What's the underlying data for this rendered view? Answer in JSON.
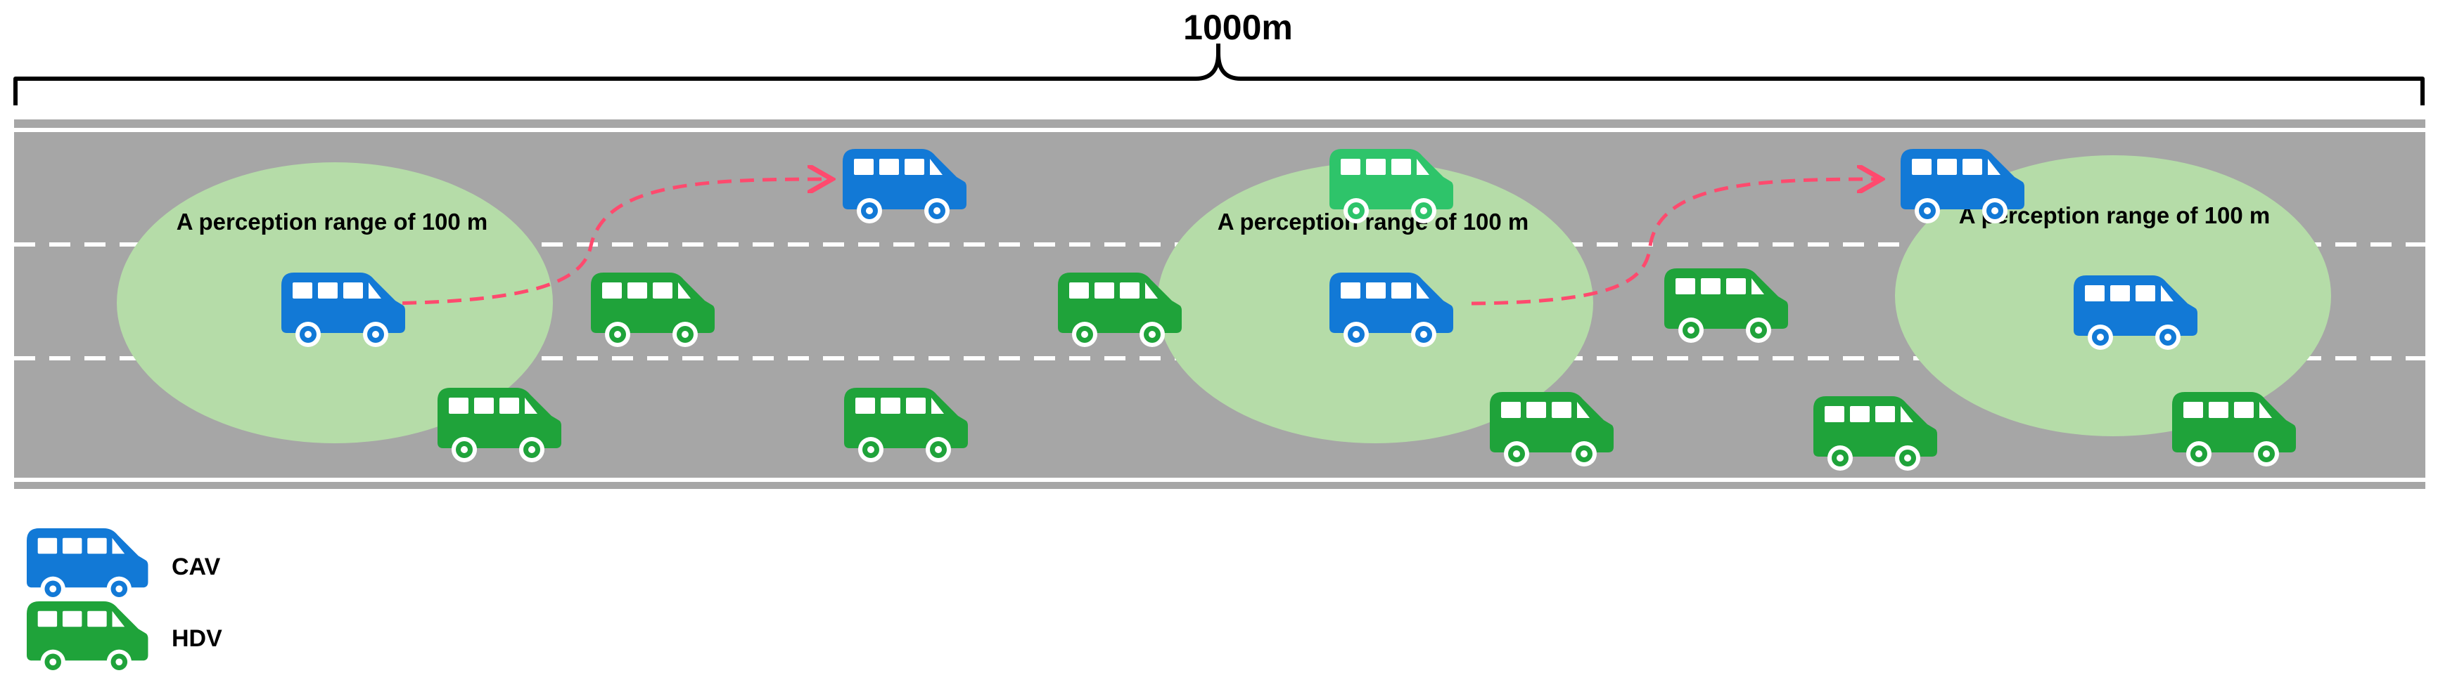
{
  "title": "1000m",
  "perception_label": "A perception range of 100 m",
  "colors": {
    "cav": "#1279d6",
    "hdv": "#1fa33a",
    "hdv_light": "#2ec46a",
    "road": "#a6a6a6",
    "zone": "#b5dca8",
    "arrow": "#ff4a6e"
  },
  "legend": [
    {
      "label": "CAV",
      "type": "cav",
      "icon": "van-icon"
    },
    {
      "label": "HDV",
      "type": "hdv",
      "icon": "van-icon"
    }
  ]
}
